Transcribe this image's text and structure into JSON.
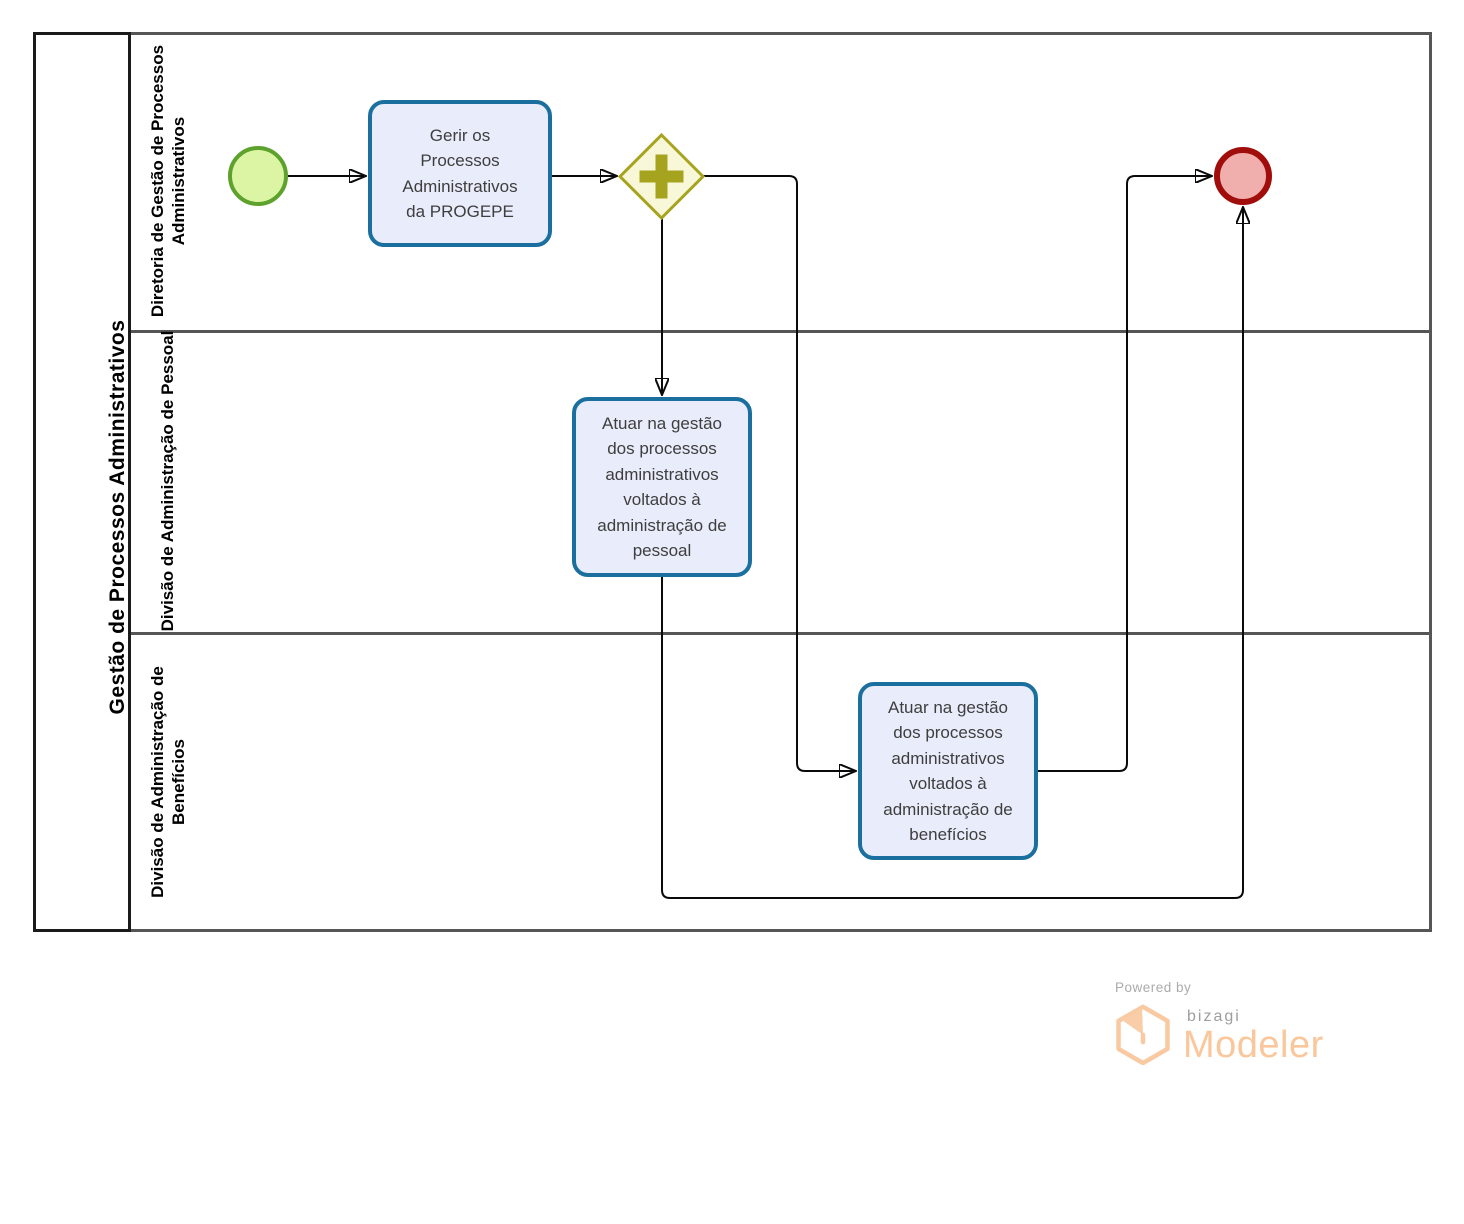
{
  "pool": {
    "title": "Gestão de Processos Administrativos"
  },
  "lanes": [
    {
      "label": "Diretoria de Gestão de Processos Administrativos"
    },
    {
      "label": "Divisão de Administração de Pessoal"
    },
    {
      "label": "Divisão de Administração de Benefícios"
    }
  ],
  "nodes": {
    "start_event": {
      "type": "start-event"
    },
    "task_gerir": {
      "label": "Gerir os Processos Administrativos da PROGEPE"
    },
    "gateway": {
      "type": "parallel-gateway"
    },
    "task_pessoal": {
      "label": "Atuar na gestão dos processos administrativos voltados à administração de pessoal"
    },
    "task_beneficios": {
      "label": "Atuar na gestão dos processos administrativos voltados à administração de benefícios"
    },
    "end_event": {
      "type": "end-event"
    }
  },
  "colors": {
    "task_border": "#1a6f9e",
    "task_fill": "#e9edfb",
    "gateway_border": "#a6a41f",
    "gateway_fill": "#f8f7d8",
    "start_border": "#5ca22c",
    "start_fill": "#dcf5a5",
    "end_border": "#a00d0b",
    "end_fill": "#f0aeac",
    "lane_border": "#565656",
    "pool_border": "#1b1b1b",
    "connector": "#0a0a0a",
    "logo_orange": "#fac79c",
    "logo_gray": "#9e9e9e"
  },
  "footer": {
    "powered_by": "Powered by",
    "brand": "bizagi",
    "product": "Modeler"
  }
}
